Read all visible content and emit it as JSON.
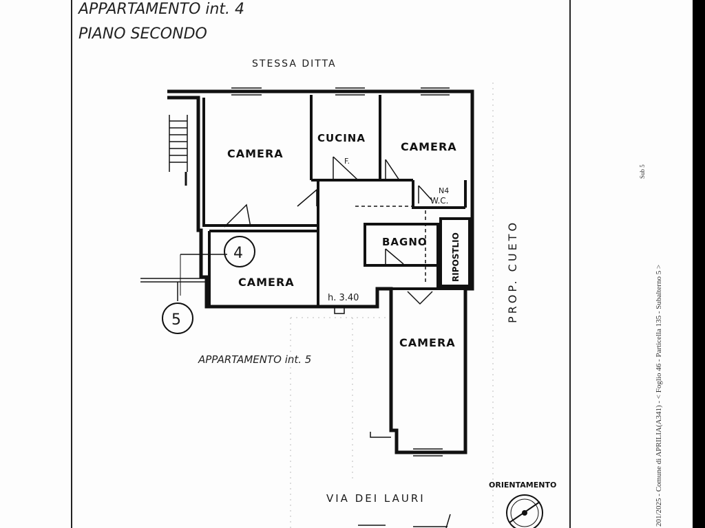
{
  "header": {
    "title_line1": "APPARTAMENTO int. 4",
    "title_line2": "PIANO SECONDO",
    "north_boundary": "STESSA DITTA"
  },
  "rooms": {
    "camera_nw": "CAMERA",
    "cucina": "CUCINA",
    "camera_ne": "CAMERA",
    "wc_number": "N4",
    "wc": "W.C.",
    "bagno": "BAGNO",
    "ripostiglio": "RIPOSTLIO",
    "camera_w": "CAMERA",
    "camera_s": "CAMERA",
    "ceiling_height": "h. 3.40",
    "kitchen_mark": "F."
  },
  "labels": {
    "circle_4": "4",
    "circle_5": "5",
    "neighbour_apartment": "APPARTAMENTO int. 5",
    "east_boundary": "PROP. CUETO",
    "street": "VIA DEI LAURI",
    "orientation": "ORIENTAMENTO"
  },
  "stamps": {
    "side_stamp": "201/2025 - Comune di APRILIA(A341) - < Foglio 46 - Particella 135 - Subalterno 5 >",
    "corner_stamp": "Sub 5"
  }
}
